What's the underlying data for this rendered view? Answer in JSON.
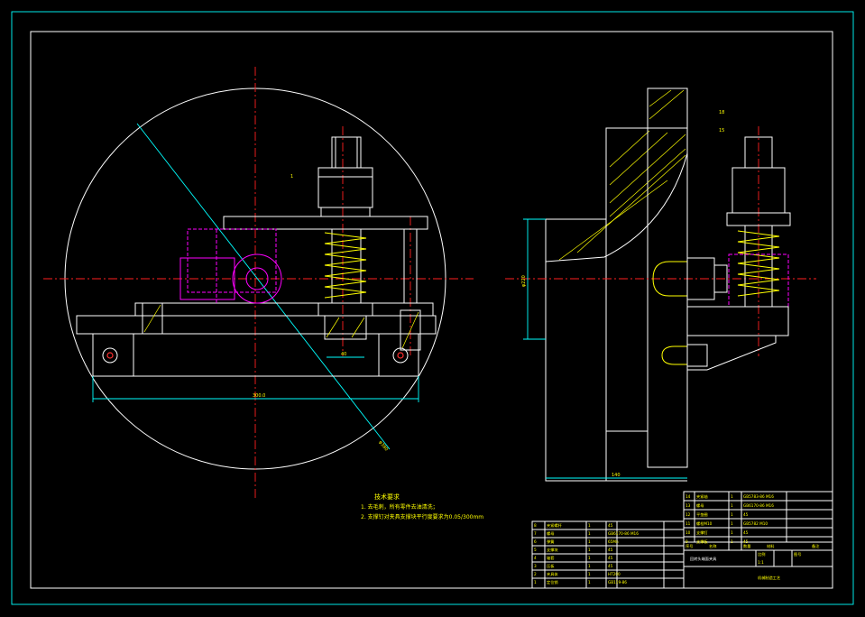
{
  "colors": {
    "background": "#000000",
    "outline": "#ffffff",
    "border": "#00ffff",
    "centerline": "#ff2020",
    "hatch": "#ffff00",
    "hidden": "#ff00ff",
    "text": "#ffff00"
  },
  "dimensions": {
    "plate_length": "300.0",
    "bolt_spacing": "40",
    "height": "φ220",
    "depth": "140",
    "diagonal": "φ380"
  },
  "labels": {
    "top_mark": "1",
    "right_mark_a": "18",
    "right_mark_b": "15"
  },
  "notes": {
    "title": "技术要求",
    "lines": [
      "1. 去毛刺，所有零件去油清洗；",
      "2. 支撑钉对夹具支撑块平行度要求为0.05/300mm"
    ]
  },
  "parts_table": [
    [
      "8",
      "夹紧螺杆",
      "1",
      "45",
      ""
    ],
    [
      "7",
      "螺母",
      "1",
      "GB6170-86 M16",
      ""
    ],
    [
      "6",
      "弹簧",
      "1",
      "65Mn",
      ""
    ],
    [
      "5",
      "支撑块",
      "1",
      "45",
      ""
    ],
    [
      "4",
      "轴套",
      "1",
      "45",
      ""
    ],
    [
      "3",
      "压板",
      "1",
      "45",
      ""
    ],
    [
      "2",
      "夹具体",
      "1",
      "HT200",
      ""
    ],
    [
      "1",
      "定位销",
      "1",
      "GB119-86",
      ""
    ]
  ],
  "parts_table_right": [
    [
      "14",
      "夹紧轴",
      "1",
      "GB5783-86 M16",
      ""
    ],
    [
      "13",
      "螺母",
      "1",
      "GB6170-86 M16",
      ""
    ],
    [
      "12",
      "平垫圈",
      "1",
      "45",
      ""
    ],
    [
      "11",
      "螺栓M10",
      "1",
      "GB5782 M10",
      ""
    ],
    [
      "10",
      "支撑钉",
      "1",
      "45",
      ""
    ],
    [
      "9",
      "支撑板",
      "1",
      "45",
      ""
    ]
  ],
  "title_block": {
    "header": [
      "序号",
      "名称",
      "数量",
      "材料",
      "备注"
    ],
    "drawing_name": "回转头端面夹具",
    "scale_label": "比例",
    "scale_value": "1:1",
    "sheet_label": "图号",
    "school": "机械制造工艺"
  }
}
